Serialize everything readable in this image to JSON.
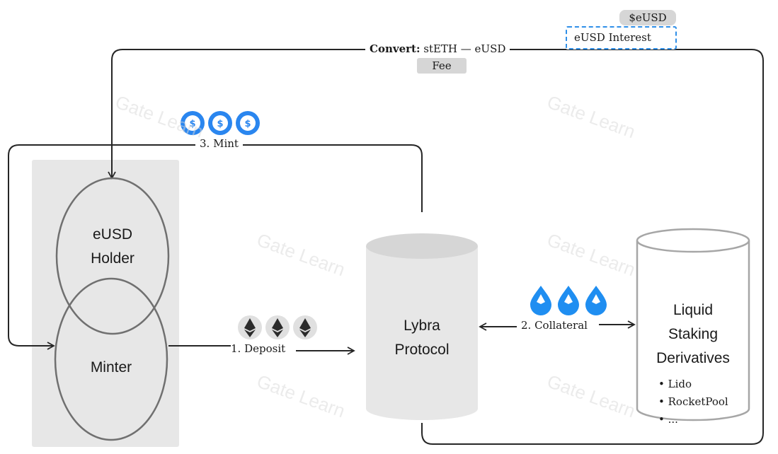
{
  "labels": {
    "convert_bold": "Convert:",
    "convert_rest": " stETH — eUSD",
    "fee": "Fee",
    "eusd_tag": "$eUSD",
    "eusd_interest": "eUSD Interest",
    "mint": "3. Mint",
    "deposit": "1. Deposit",
    "collateral": "2. Collateral"
  },
  "nodes": {
    "holder_line1": "eUSD",
    "holder_line2": "Holder",
    "minter": "Minter",
    "protocol_line1": "Lybra",
    "protocol_line2": "Protocol",
    "lsd_line1": "Liquid",
    "lsd_line2": "Staking",
    "lsd_line3": "Derivatives"
  },
  "lsd_items": [
    "Lido",
    "RocketPool",
    "..."
  ],
  "watermark": "Gate Learn",
  "colors": {
    "line": "#262626",
    "panel": "#e7e7e7",
    "eusd_icon": "#2a86ef",
    "steth_drop": "#1f8ef1",
    "eth_icon": "#2b2b2b",
    "dashed_border": "#2f8fe8",
    "pill": "#d6d6d6"
  },
  "icons": [
    "eusd-coin-icon",
    "ethereum-icon",
    "steth-drop-icon"
  ]
}
